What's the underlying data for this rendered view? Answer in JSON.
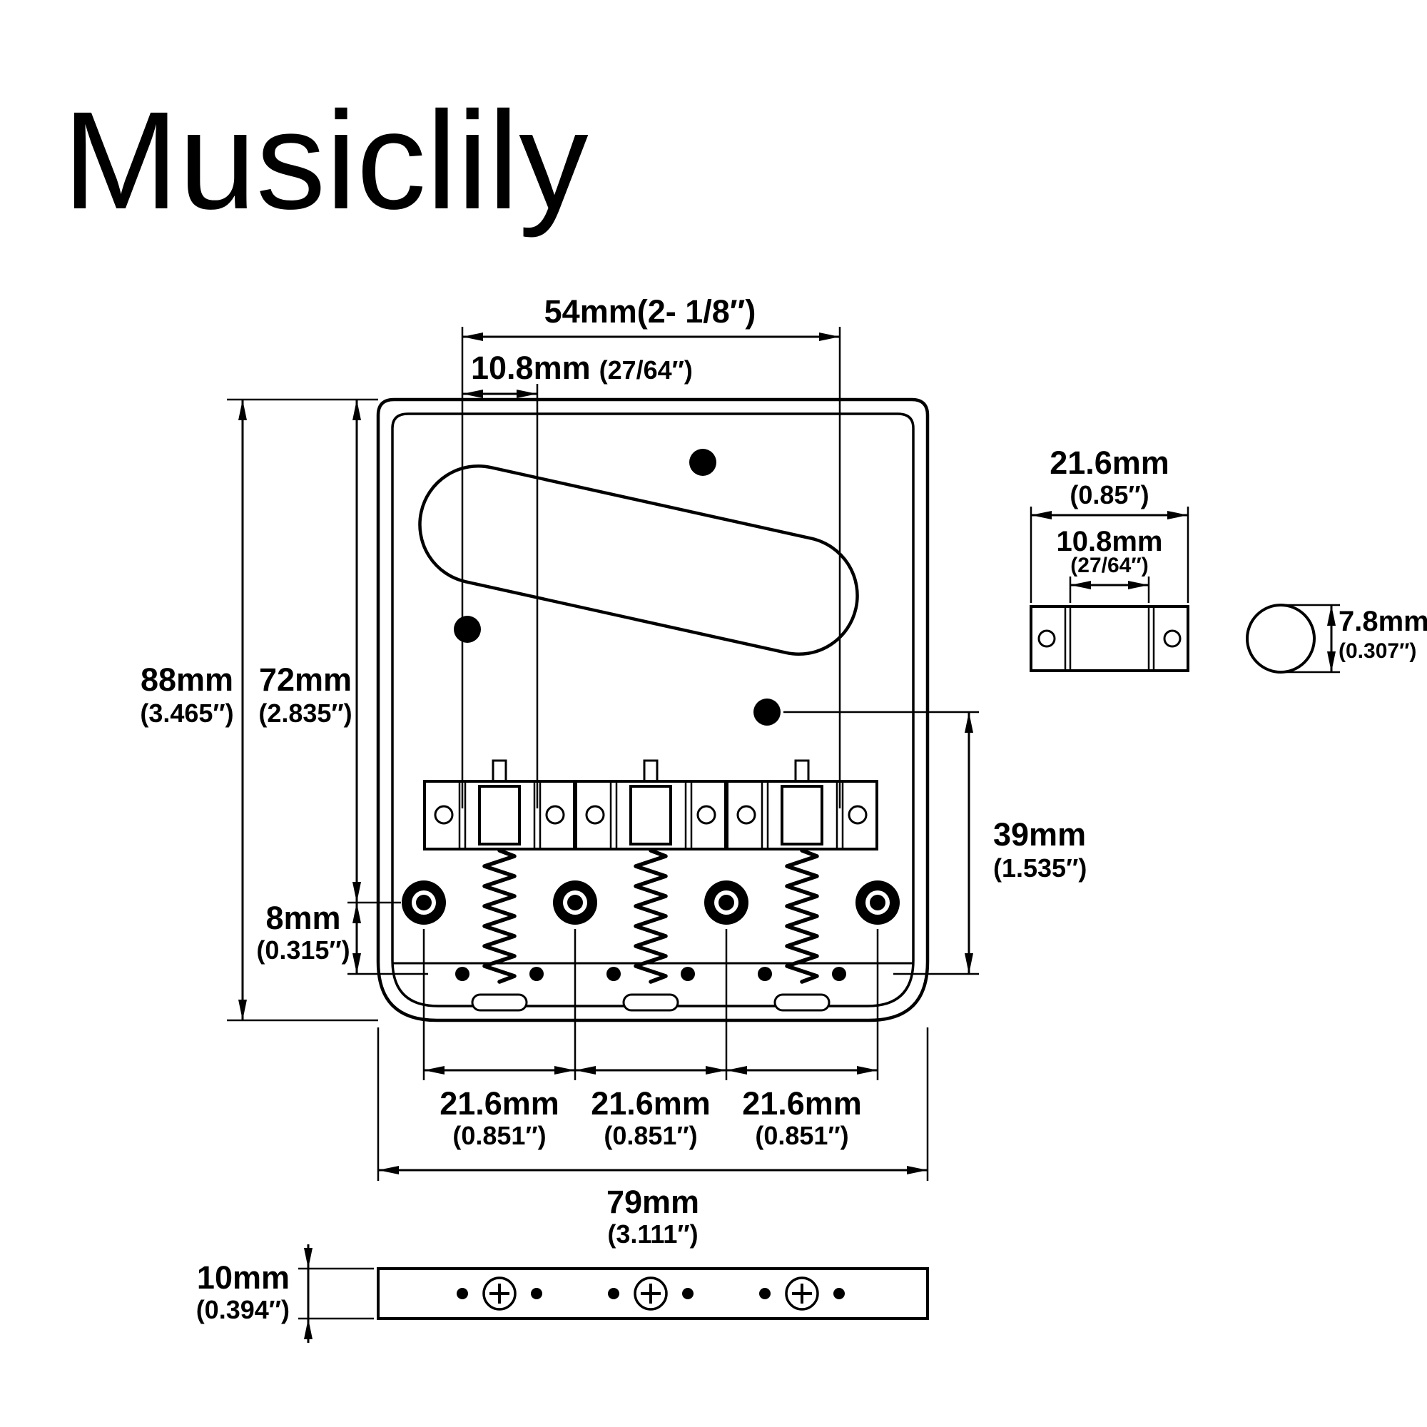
{
  "brand": "Musiclily",
  "colors": {
    "ink": "#000000",
    "background": "#ffffff"
  },
  "dimensions": {
    "string_spread": {
      "mm": "54mm",
      "in": "(2- 1/8″)"
    },
    "string_spacing": {
      "mm": "10.8mm",
      "in": "(27/64″)"
    },
    "plate_length": {
      "mm": "88mm",
      "in": "(3.465″)"
    },
    "bridge_holes_span": {
      "mm": "72mm",
      "in": "(2.835″)"
    },
    "hole_edge_offset": {
      "mm": "8mm",
      "in": "(0.315″)"
    },
    "saddle_to_bottom": {
      "mm": "39mm",
      "in": "(1.535″)"
    },
    "saddle_spacing": [
      {
        "mm": "21.6mm",
        "in": "(0.851″)"
      },
      {
        "mm": "21.6mm",
        "in": "(0.851″)"
      },
      {
        "mm": "21.6mm",
        "in": "(0.851″)"
      }
    ],
    "plate_width": {
      "mm": "79mm",
      "in": "(3.111″)"
    },
    "saddle_width": {
      "mm": "21.6mm",
      "in": "(0.85″)"
    },
    "saddle_groove_spacing": {
      "mm": "10.8mm",
      "in": "(27/64″)"
    },
    "saddle_barrel_diameter": {
      "mm": "7.8mm",
      "in": "(0.307″)"
    },
    "plate_thickness": {
      "mm": "10mm",
      "in": "(0.394″)"
    }
  }
}
